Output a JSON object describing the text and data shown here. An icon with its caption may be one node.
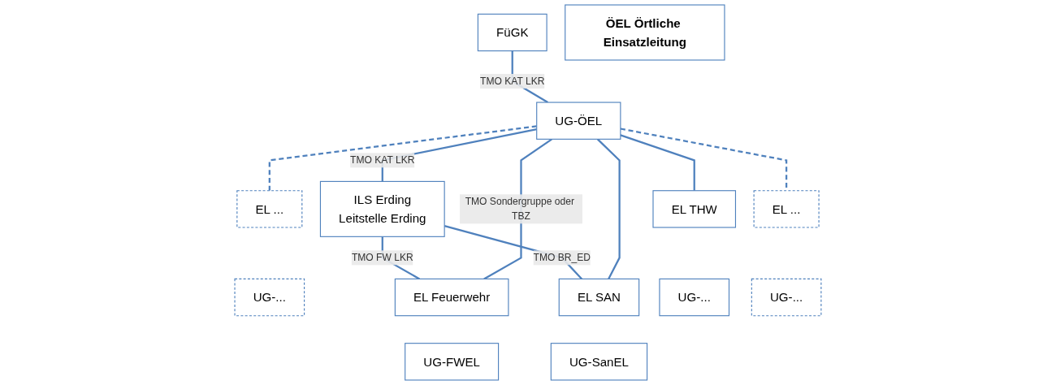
{
  "diagram": {
    "nodes": [
      {
        "text": [
          "ÖEL Örtliche Einsatzleitung"
        ]
      },
      {
        "text": [
          "FüGK"
        ]
      },
      {
        "text": [
          "UG-ÖEL"
        ]
      },
      {
        "text": [
          "ILS Erding",
          "Leitstelle Erding"
        ]
      },
      {
        "text": [
          "EL ..."
        ]
      },
      {
        "text": [
          "UG-..."
        ]
      },
      {
        "text": [
          "EL Feuerwehr"
        ]
      },
      {
        "text": [
          "UG-FWEL"
        ]
      },
      {
        "text": [
          "EL SAN"
        ]
      },
      {
        "text": [
          "UG-SanEL"
        ]
      },
      {
        "text": [
          "EL THW"
        ]
      },
      {
        "text": [
          "UG-..."
        ]
      },
      {
        "text": [
          "EL ..."
        ]
      },
      {
        "text": [
          "UG-..."
        ]
      }
    ],
    "edges": [
      {
        "from": 1,
        "to": 2,
        "arrow": "none",
        "label": "TMO KAT LKR"
      },
      {
        "from": 2,
        "to": 3,
        "arrow": "none",
        "label": "TMO KAT LKR"
      },
      {
        "from": 3,
        "to": 6,
        "arrow": "none",
        "label": "TMO FW LKR"
      },
      {
        "from": 3,
        "to": 8,
        "arrow": "none",
        "label": "TMO BR_ED"
      },
      {
        "from": 2,
        "to": 4,
        "arrow": "none",
        "style": "dashed"
      },
      {
        "from": 2,
        "to": 6,
        "arrow": "none",
        "label": "TMO Sondergruppe oder TBZ"
      },
      {
        "from": 2,
        "to": 8,
        "arrow": "none"
      },
      {
        "from": 2,
        "to": 10,
        "arrow": "none"
      },
      {
        "from": 2,
        "to": 12,
        "arrow": "none",
        "style": "dashed"
      }
    ]
  }
}
